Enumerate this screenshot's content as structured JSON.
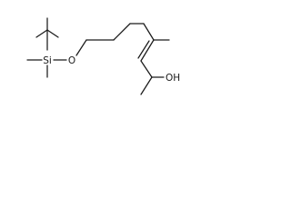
{
  "structure": {
    "atoms": {
      "silicon": "Si",
      "oxygen": "O",
      "hydroxyl": "OH"
    }
  },
  "colors": {
    "bond": "#1a1a1a",
    "background": "#ffffff"
  }
}
